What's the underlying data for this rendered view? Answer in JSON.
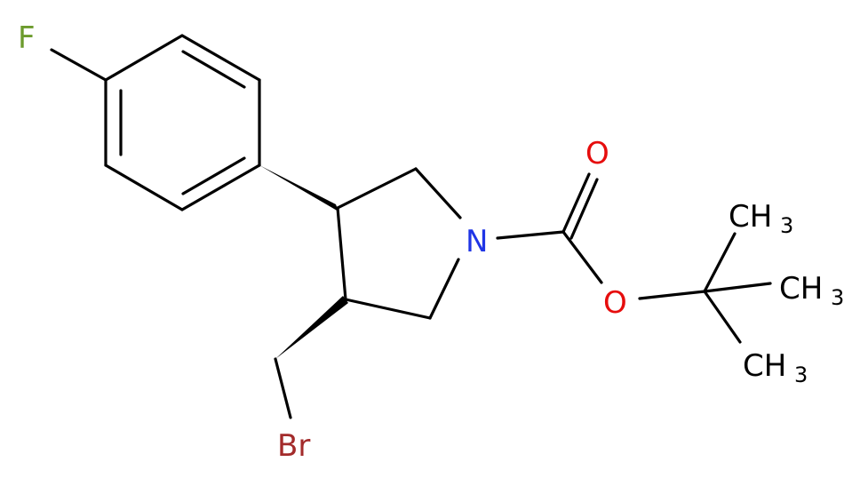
{
  "molecule": {
    "atoms": {
      "fluorine": {
        "symbol": "F",
        "color": "#6c9b2d"
      },
      "nitrogen": {
        "symbol": "N",
        "color": "#1f35e6"
      },
      "carbonyl_oxygen": {
        "symbol": "O",
        "color": "#e60d0d"
      },
      "ester_oxygen": {
        "symbol": "O",
        "color": "#e60d0d"
      },
      "bromine": {
        "symbol": "Br",
        "color": "#a32b2b"
      },
      "methyl_1": {
        "symbol": "CH",
        "subscript": "3",
        "color": "#000000"
      },
      "methyl_2": {
        "symbol": "CH",
        "subscript": "3",
        "color": "#000000"
      },
      "methyl_3": {
        "symbol": "CH",
        "subscript": "3",
        "color": "#000000"
      }
    },
    "bond_color": "#000000"
  }
}
